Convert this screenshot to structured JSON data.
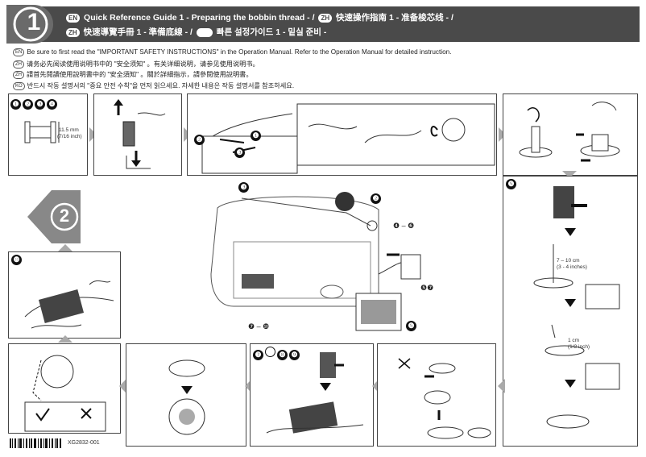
{
  "header": {
    "badge_en": "EN",
    "title_en": "Quick Reference Guide 1 - Preparing the bobbin thread - /",
    "badge_zh": "ZH",
    "title_zh": "快速操作指南 1 - 准备梭芯线 - /",
    "badge_zh2": "ZH",
    "title_zh2": "快速導覽手冊 1 - 準備底線 - /",
    "title_ko": "빠른 설정가이드 1 - 밑실 준비 -",
    "logo_number": "1"
  },
  "notes": [
    {
      "badge": "EN",
      "text": "Be sure to first read the \"IMPORTANT SAFETY INSTRUCTIONS\" in the Operation Manual. Refer to the Operation Manual for detailed instruction."
    },
    {
      "badge": "ZH",
      "text": "请务必先阅读使用说明书中的 \"安全须知\" 。有关详细说明，请参见使用说明书。"
    },
    {
      "badge": "ZH",
      "text": "請首先閱讀使用說明書中的 \"安全須知\" 。關於詳細指示，請參閱使用說明書。"
    },
    {
      "badge": "KO",
      "text": "반드시 작동 설명서의 \"중요 안전 수칙\"을 먼저 읽으세요. 자세한 내용은 작동 설명서를 참조하세요."
    }
  ],
  "panels": {
    "p1_steps": [
      "❶",
      "❷",
      "❸",
      "❹"
    ],
    "p1_measure_mm": "11.5 mm",
    "p1_measure_in": "(7/16 inch)",
    "p5_step": "❺",
    "p5_measure1_a": "7 – 10 cm",
    "p5_measure1_b": "(3 - 4 inches)",
    "p5_measure2_a": "1 cm",
    "p5_measure2_b": "(1/2 inch)",
    "p10_step": "❿",
    "p7_steps": [
      "❼",
      "❽",
      "❾"
    ],
    "main_logo_number": "2",
    "callouts": {
      "c3": "❸",
      "c2": "❷",
      "c4_6": "❹ – ❻",
      "c5_7": "❺❼",
      "c7_10": "❼ – ❿",
      "c5": "❺",
      "top_c1": "❶",
      "top_c2": "❷",
      "top_c3": "❸"
    }
  },
  "footer": {
    "code": "XG2832-001"
  }
}
